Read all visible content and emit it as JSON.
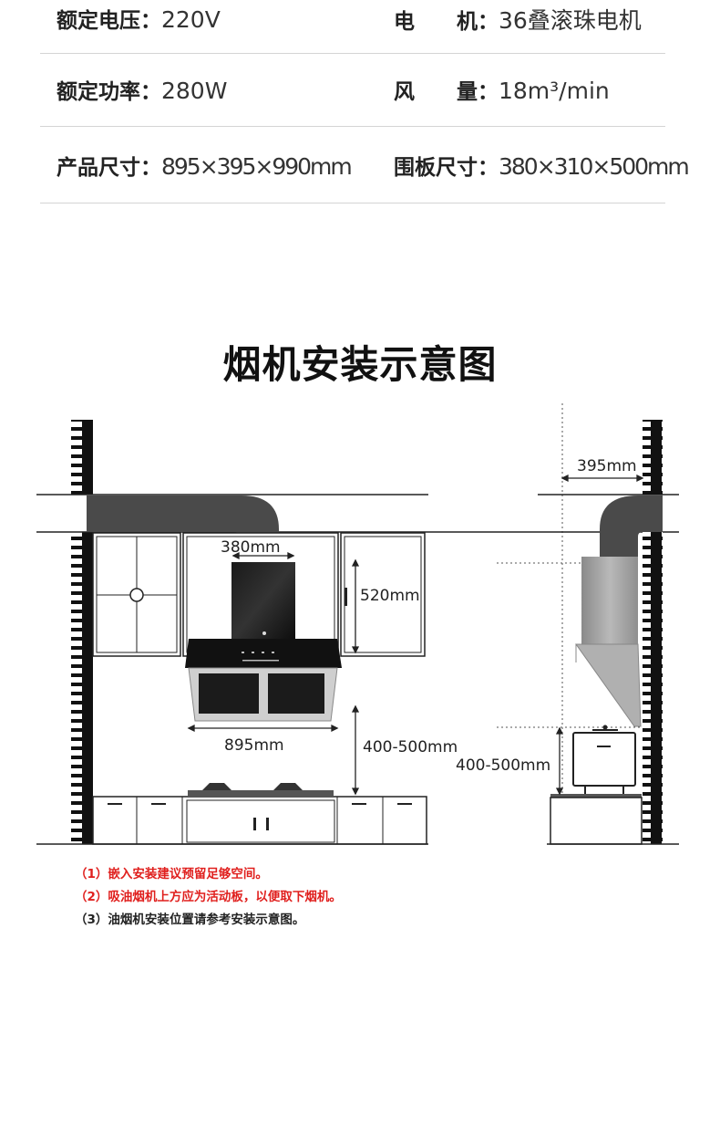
{
  "specs": [
    {
      "left_label": "额定电压：",
      "left_value": "220V",
      "right_label": "电　　机：",
      "right_value": "36叠滚珠电机"
    },
    {
      "left_label": "额定功率：",
      "left_value": "280W",
      "right_label": "风　　量：",
      "right_value": "18m³/min"
    },
    {
      "left_label": "产品尺寸：",
      "left_value": "895×395×990mm",
      "right_label": "围板尺寸：",
      "right_value": "380×310×500mm"
    }
  ],
  "section_title": "烟机安装示意图",
  "dimensions": {
    "panel_width": "380mm",
    "panel_height": "520mm",
    "hood_width": "895mm",
    "front_height": "400-500mm",
    "side_depth": "395mm",
    "side_height": "400-500mm"
  },
  "notes": [
    {
      "text": "（1）嵌入安装建议预留足够空间。",
      "color": "#e0201e"
    },
    {
      "text": "（2）吸油烟机上方应为活动板，以便取下烟机。",
      "color": "#e0201e"
    },
    {
      "text": "（3）油烟机安装位置请参考安装示意图。",
      "color": "#222222"
    }
  ]
}
